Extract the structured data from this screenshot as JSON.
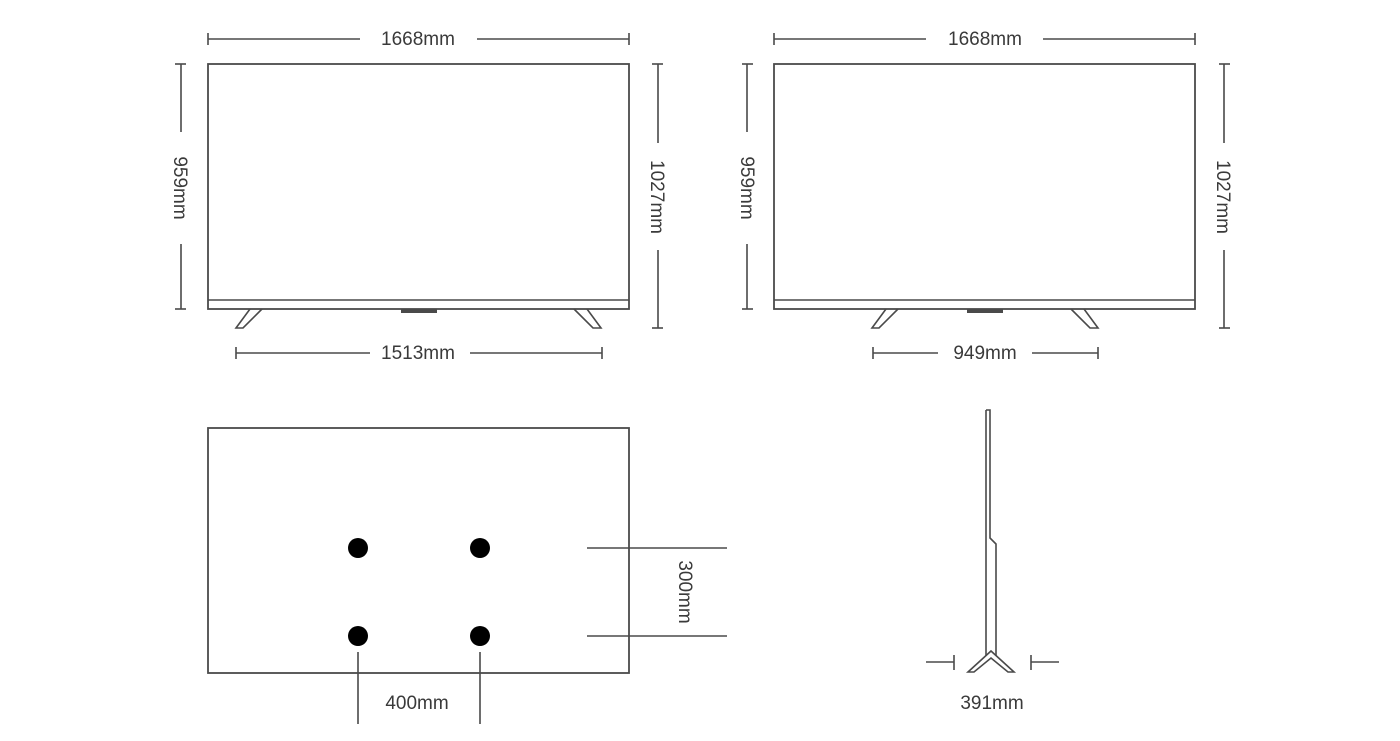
{
  "front_view_a": {
    "width_label": "1668mm",
    "screen_height_label": "959mm",
    "total_height_label": "1027mm",
    "stand_width_label": "1513mm"
  },
  "front_view_b": {
    "width_label": "1668mm",
    "screen_height_label": "959mm",
    "total_height_label": "1027mm",
    "stand_width_label": "949mm"
  },
  "back_view": {
    "vesa_horizontal_label": "400mm",
    "vesa_vertical_label": "300mm"
  },
  "side_view": {
    "stand_depth_label": "391mm"
  },
  "colors": {
    "line": "#4a4a4a",
    "text": "#3a3a3a",
    "mount_hole": "#000000"
  }
}
